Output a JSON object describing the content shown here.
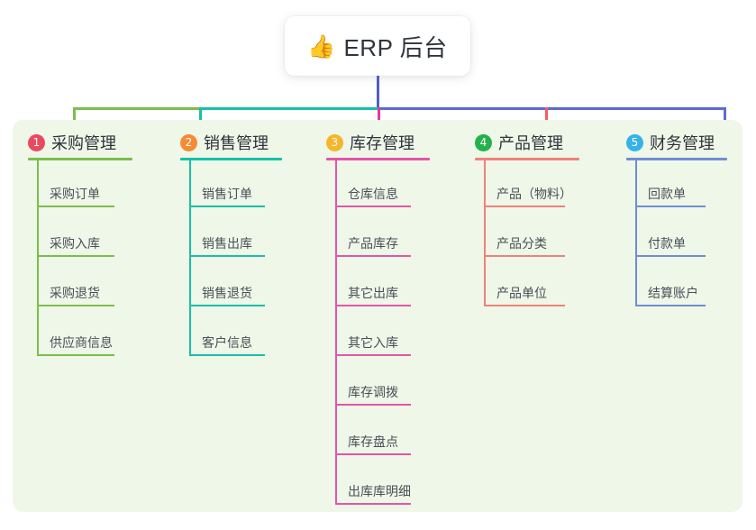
{
  "root": {
    "icon": "thumbs-up-icon",
    "emoji": "👍",
    "title": "ERP 后台"
  },
  "panel": {
    "background": "#eef7e8"
  },
  "connectors": {
    "trunk_color": "#4f5fc4",
    "bar_segments": [
      {
        "name": "segment-green",
        "color": "#7dbd4c"
      },
      {
        "name": "segment-teal",
        "color": "#18bfa8"
      },
      {
        "name": "segment-blue",
        "color": "#5d6bd0"
      }
    ]
  },
  "columns": [
    {
      "index": "1",
      "title": "采购管理",
      "badge_color": "#ea4a60",
      "accent_color": "#7dbd4c",
      "drop_color": "#7dbd4c",
      "items": [
        {
          "label": "采购订单"
        },
        {
          "label": "采购入库"
        },
        {
          "label": "采购退货"
        },
        {
          "label": "供应商信息"
        }
      ]
    },
    {
      "index": "2",
      "title": "销售管理",
      "badge_color": "#f68b36",
      "accent_color": "#18bfa8",
      "drop_color": "#18bfa8",
      "items": [
        {
          "label": "销售订单"
        },
        {
          "label": "销售出库"
        },
        {
          "label": "销售退货"
        },
        {
          "label": "客户信息"
        }
      ]
    },
    {
      "index": "3",
      "title": "库存管理",
      "badge_color": "#f5b62a",
      "accent_color": "#e555a8",
      "drop_color": "#e8369a",
      "items": [
        {
          "label": "仓库信息"
        },
        {
          "label": "产品库存"
        },
        {
          "label": "其它出库"
        },
        {
          "label": "其它入库"
        },
        {
          "label": "库存调拨"
        },
        {
          "label": "库存盘点"
        },
        {
          "label": "出库库明细"
        }
      ]
    },
    {
      "index": "4",
      "title": "产品管理",
      "badge_color": "#24b14b",
      "accent_color": "#f0827a",
      "drop_color": "#f2605c",
      "items": [
        {
          "label": "产品（物料）"
        },
        {
          "label": "产品分类"
        },
        {
          "label": "产品单位"
        }
      ]
    },
    {
      "index": "5",
      "title": "财务管理",
      "badge_color": "#35b3e8",
      "accent_color": "#6f8ed4",
      "drop_color": "#5d6bd0",
      "items": [
        {
          "label": "回款单"
        },
        {
          "label": "付款单"
        },
        {
          "label": "结算账户"
        }
      ]
    }
  ]
}
